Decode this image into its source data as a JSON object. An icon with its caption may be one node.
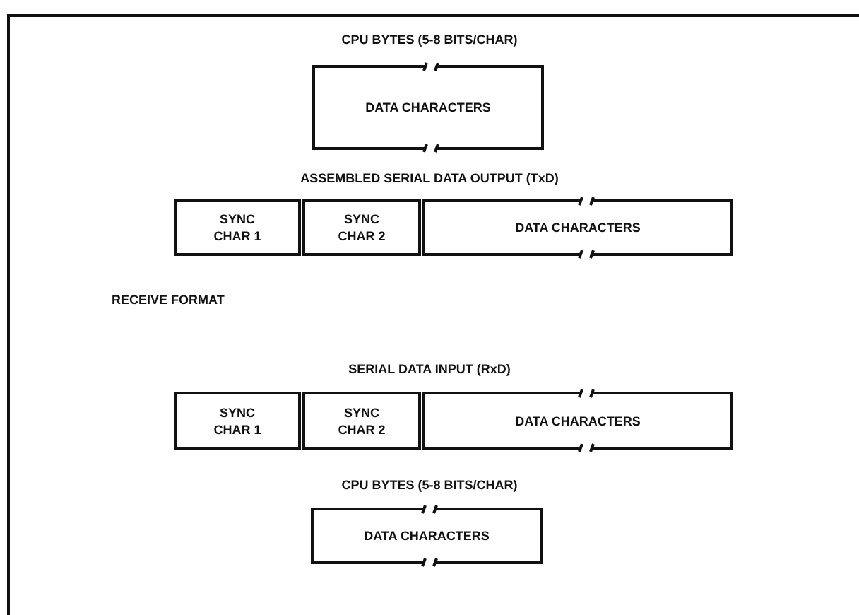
{
  "diagram": {
    "nodes": [
      {
        "text": [
          "DATA CHARACTERS"
        ]
      },
      {
        "text": [
          "SYNC CHAR 1"
        ]
      },
      {
        "text": [
          "SYNC CHAR 2"
        ]
      },
      {
        "text": [
          "DATA CHARACTERS"
        ]
      },
      {
        "text": [
          "SYNC CHAR 1"
        ]
      },
      {
        "text": [
          "SYNC CHAR 2"
        ]
      },
      {
        "text": [
          "DATA CHARACTERS"
        ]
      },
      {
        "text": [
          "DATA CHARACTERS"
        ]
      }
    ],
    "labels": [
      "CPU BYTES (5-8 BITS/CHAR)",
      "ASSEMBLED SERIAL DATA OUTPUT (TxD)",
      "RECEIVE FORMAT",
      "SERIAL DATA INPUT (RxD)",
      "CPU BYTES (5-8 BITS/CHAR)"
    ]
  }
}
